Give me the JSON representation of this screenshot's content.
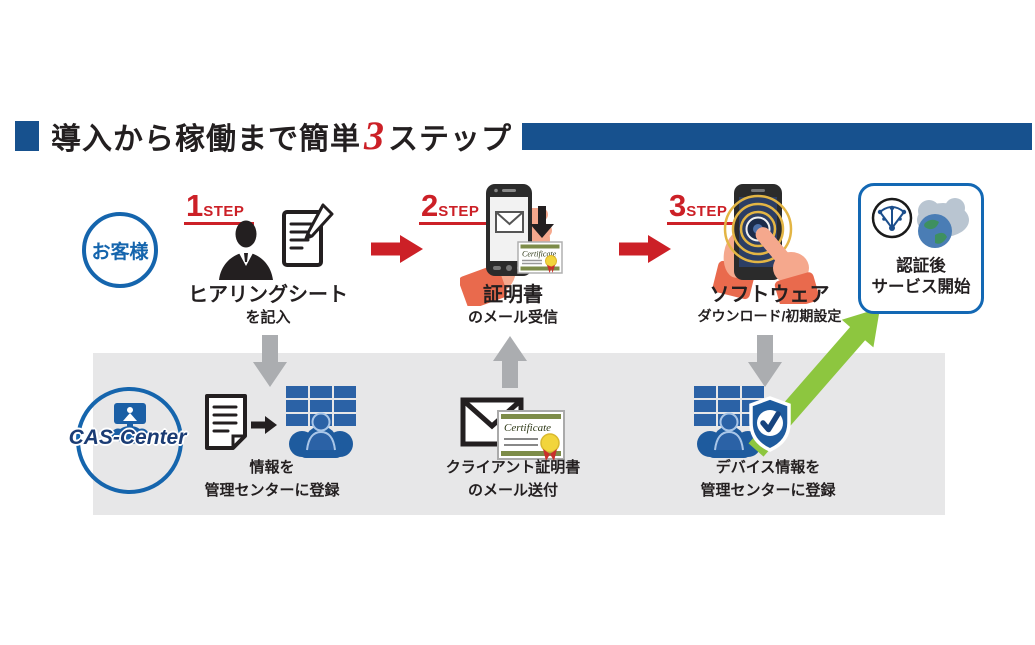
{
  "header": {
    "title_prefix": "導入から稼働まで簡単",
    "step_count": "3",
    "title_suffix": "ステップ"
  },
  "customer_label": "お客様",
  "cas_center_label": "CAS-Center",
  "steps": [
    {
      "number": "1",
      "step_word": "STEP",
      "title": "ヒアリングシート",
      "subtitle": "を記入"
    },
    {
      "number": "2",
      "step_word": "STEP",
      "title": "証明書",
      "subtitle": "のメール受信"
    },
    {
      "number": "3",
      "step_word": "STEP",
      "title": "ソフトウェア",
      "subtitle": "ダウンロード/初期設定"
    }
  ],
  "service_start": {
    "line1": "認証後",
    "line2": "サービス開始"
  },
  "center_tasks": [
    {
      "line1": "情報を",
      "line2": "管理センターに登録"
    },
    {
      "line1": "クライアント証明書",
      "line2": "のメール送付"
    },
    {
      "line1": "デバイス情報を",
      "line2": "管理センターに登録"
    }
  ],
  "certificate_text": "Certificate",
  "colors": {
    "header_navy": "#17518E",
    "accent_red": "#CC2027",
    "customer_blue": "#1565AD",
    "icon_blue": "#1E5B9E",
    "band_gray": "#E7E7E8",
    "flow_arrow_gray": "#ABADB0",
    "success_green": "#8DC63F"
  },
  "icons": [
    "businessman-icon",
    "hearing-sheet-icon",
    "phone-mail-icon",
    "certificate-icon",
    "phone-tap-icon",
    "network-icon",
    "cloud-globe-icon",
    "cas-center-logo-icon",
    "document-icon",
    "management-server-icon",
    "mail-icon",
    "client-certificate-icon",
    "device-server-icon",
    "shield-check-icon",
    "green-arrow-icon"
  ]
}
